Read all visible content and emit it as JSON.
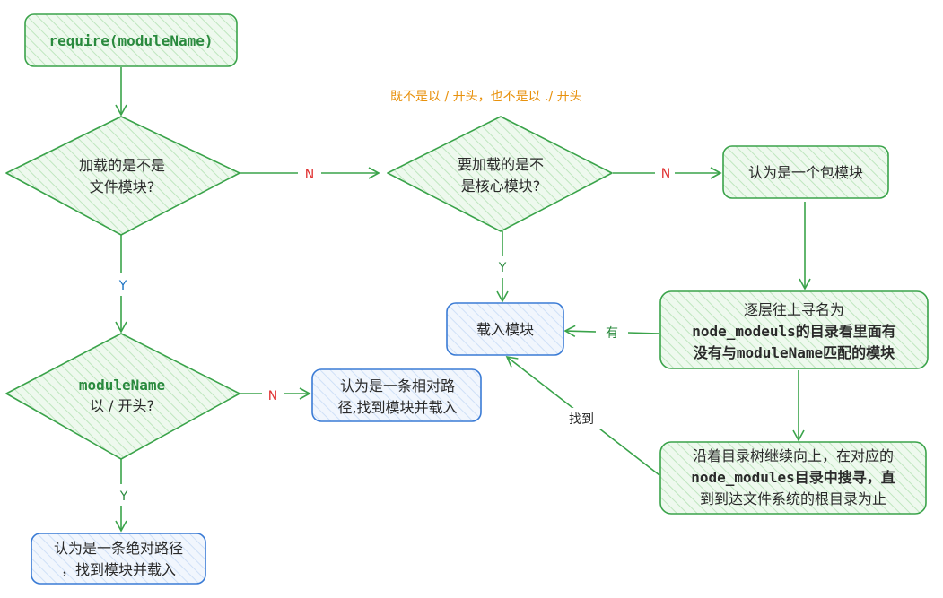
{
  "nodes": {
    "start": "require(moduleName)",
    "is_file": [
      "加载的是不是",
      "文件模块?"
    ],
    "is_core": [
      "要加载的是不",
      "是核心模块?"
    ],
    "package": "认为是一个包模块",
    "load": "载入模块",
    "lookup": [
      "逐层往上寻名为",
      "node_modeuls的目录看里面有",
      "没有与moduleName匹配的模块"
    ],
    "is_slash": [
      "moduleName",
      "以 / 开头?"
    ],
    "relative": [
      "认为是一条相对路",
      "径,找到模块并载入"
    ],
    "walk_up": [
      "沿着目录树继续向上，在对应的",
      "node_modules目录中搜寻，直",
      "到到达文件系统的根目录为止"
    ],
    "absolute": [
      "认为是一条绝对路径",
      "，找到模块并载入"
    ]
  },
  "labels": {
    "n1": "N",
    "n2": "N",
    "n3": "N",
    "y1": "Y",
    "y2": "Y",
    "y3": "Y",
    "has": "有",
    "found": "找到"
  },
  "note": "既不是以 / 开头，也不是以 ./ 开头",
  "colors": {
    "green_stroke": "#3aa34a",
    "green_fill": "#e3f5e3",
    "blue_stroke": "#3a7bd5",
    "blue_fill": "#e9f1fc",
    "n_red": "#e03131",
    "y_blue": "#1971c2",
    "note_orange": "#e8910c"
  }
}
